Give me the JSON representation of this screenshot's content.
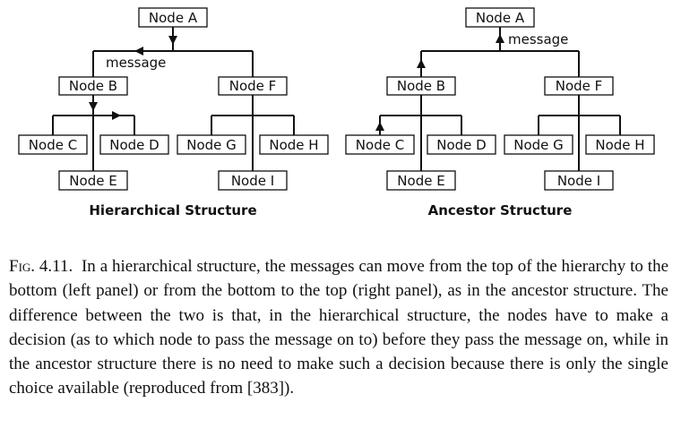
{
  "left_panel": {
    "title": "Hierarchical Structure",
    "message_label": "message",
    "nodes": {
      "a": "Node A",
      "b": "Node B",
      "c": "Node C",
      "d": "Node D",
      "e": "Node E",
      "f": "Node F",
      "g": "Node G",
      "h": "Node H",
      "i": "Node I"
    }
  },
  "right_panel": {
    "title": "Ancestor Structure",
    "message_label": "message",
    "nodes": {
      "a": "Node A",
      "b": "Node B",
      "c": "Node C",
      "d": "Node D",
      "e": "Node E",
      "f": "Node F",
      "g": "Node G",
      "h": "Node H",
      "i": "Node I"
    }
  },
  "caption": {
    "label": "Fig. 4.11.",
    "text": "In a hierarchical structure, the messages can move from the top of the hierarchy to the bottom (left panel) or from the bottom to the top (right panel), as in the ancestor structure. The difference between the two is that, in the hierarchical structure, the nodes have to make a decision (as to which node to pass the message on to) before they pass the message on, while in the ancestor structure there is no need to make such a decision because there is only the single choice available (reproduced from [383])."
  }
}
